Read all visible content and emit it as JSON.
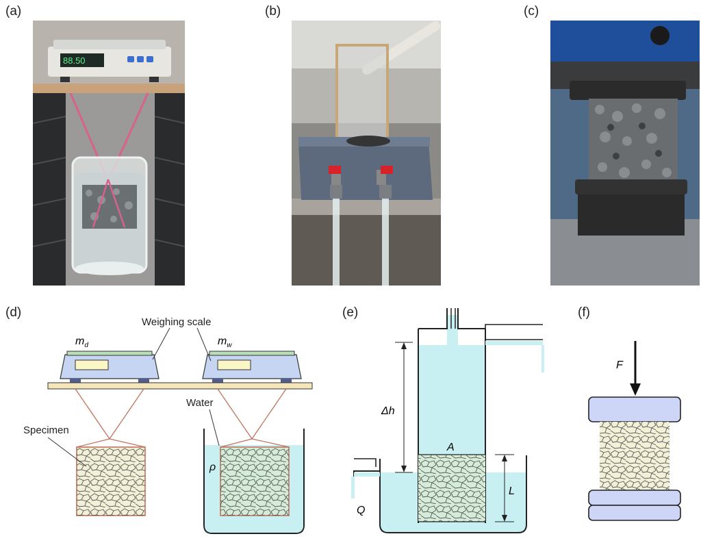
{
  "panels": {
    "a": "(a)",
    "b": "(b)",
    "c": "(c)",
    "d": "(d)",
    "e": "(e)",
    "f": "(f)"
  },
  "panel_d": {
    "dry_mass_label": "m",
    "dry_mass_sub": "d",
    "wet_mass_label": "m",
    "wet_mass_sub": "w",
    "scale_label": "Weighing scale",
    "water_label": "Water",
    "specimen_label": "Specimen",
    "density_label": "ρ"
  },
  "panel_e": {
    "head_label": "Δh",
    "area_label": "A",
    "length_label": "L",
    "flow_label": "Q"
  },
  "panel_f": {
    "force_label": "F"
  },
  "photo_a": {
    "scale_display": "88.50"
  },
  "colors": {
    "scale_body": "#c5d5f2",
    "scale_top": "#b9dfb8",
    "platform": "#f4e6b8",
    "water": "#c8f0f2",
    "specimen_fill": "#f3f0d8",
    "specimen_wet": "#d4ecd8",
    "string": "#c0735a",
    "platen": "#cdd6f6"
  }
}
